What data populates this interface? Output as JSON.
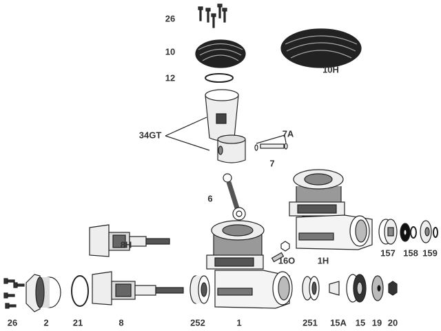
{
  "labels": {
    "screws_top": "26",
    "head": "10",
    "head_h": "10H",
    "gasket": "12",
    "piston_liner": "34GT",
    "clip": "7A",
    "wrist_pin": "7",
    "conrod": "6",
    "crankshaft_h": "8H",
    "needle_valve": "16O",
    "crankcase_h": "1H",
    "drive_hub_h": "157",
    "washer_h": "158",
    "prop_washer_h": "159",
    "screws_bottom": "26",
    "backplate": "2",
    "oring": "21",
    "crankshaft": "8",
    "rear_bearing": "252",
    "crankcase": "1",
    "front_bearing": "251",
    "collet": "15A",
    "drive_hub": "15",
    "prop_washer": "19",
    "prop_nut": "20"
  },
  "colors": {
    "line": "#222222",
    "fill_dark": "#1a1a1a",
    "fill_mid": "#888888",
    "fill_light": "#dddddd"
  }
}
